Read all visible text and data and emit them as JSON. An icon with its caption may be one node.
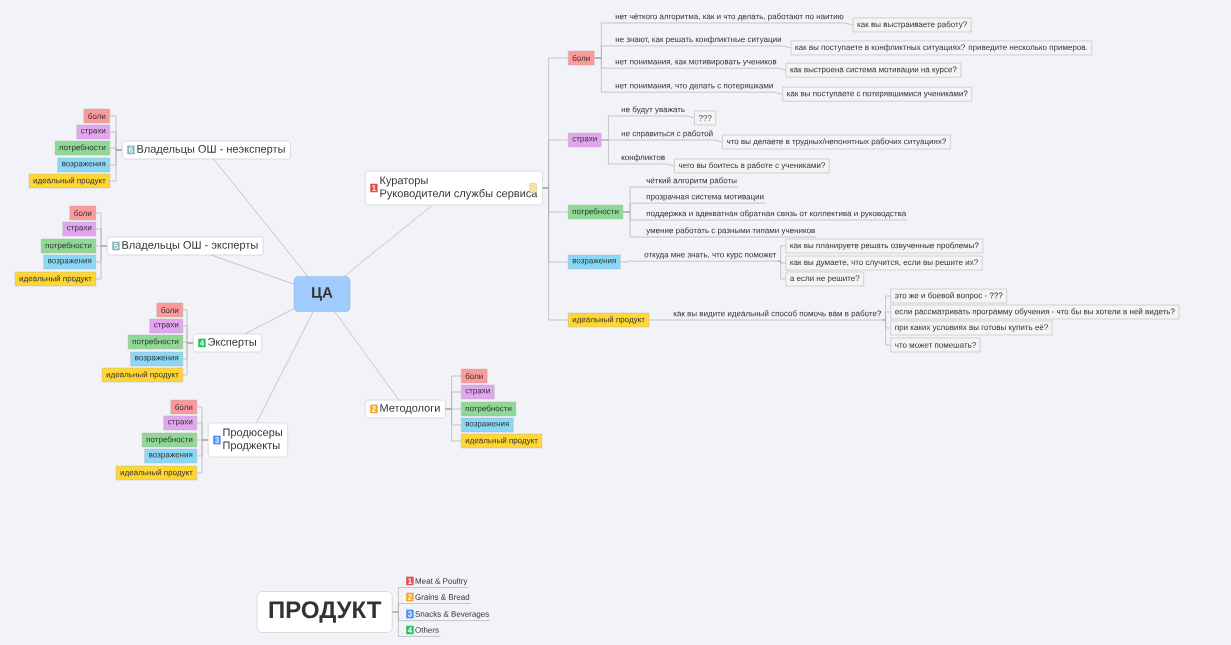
{
  "diagram": {
    "nodes": [
      {
        "text": [
          "ЦА"
        ]
      },
      {
        "text": [
          "1",
          "Кураторы",
          "Руководители службы сервиса"
        ]
      },
      {
        "text": [
          "боли"
        ]
      },
      {
        "text": [
          "нет чёткого алгоритма, как и что делать, работают по наитию"
        ]
      },
      {
        "text": [
          "как вы выстраиваете работу?"
        ]
      },
      {
        "text": [
          "не знают, как решать конфликтные ситуации"
        ]
      },
      {
        "text": [
          "как вы поступаете в конфликтных ситуациях? приведите несколько примеров."
        ]
      },
      {
        "text": [
          "нет понимания, как мотивировать учеников"
        ]
      },
      {
        "text": [
          "как выстроена система мотивации на курсе?"
        ]
      },
      {
        "text": [
          "нет понимания, что делать с потеряшками"
        ]
      },
      {
        "text": [
          "как вы поступаете с потерявшимися учениками?"
        ]
      },
      {
        "text": [
          "страхи"
        ]
      },
      {
        "text": [
          "не будут уважать"
        ]
      },
      {
        "text": [
          "???"
        ]
      },
      {
        "text": [
          "не справиться с работой"
        ]
      },
      {
        "text": [
          "что вы делаете в трудных/непонятных рабочих ситуациях?"
        ]
      },
      {
        "text": [
          "конфликтов"
        ]
      },
      {
        "text": [
          "чего вы боитесь в работе с учениками?"
        ]
      },
      {
        "text": [
          "потребности"
        ]
      },
      {
        "text": [
          "чёткий алгоритм работы"
        ]
      },
      {
        "text": [
          "прозрачная система мотивации"
        ]
      },
      {
        "text": [
          "поддержка и адекватная обратная связь от коллектива и руководства"
        ]
      },
      {
        "text": [
          "умение работать с разными типами учеников"
        ]
      },
      {
        "text": [
          "возражения"
        ]
      },
      {
        "text": [
          "откуда мне знать, что курс поможет"
        ]
      },
      {
        "text": [
          "как вы планируете решать озвученные проблемы?"
        ]
      },
      {
        "text": [
          "как вы думаете, что случится, если вы решите их?"
        ]
      },
      {
        "text": [
          "а если не решите?"
        ]
      },
      {
        "text": [
          "идеальный продукт"
        ]
      },
      {
        "text": [
          "как вы видите идеальный способ помочь вам в работе?"
        ]
      },
      {
        "text": [
          "это же и боевой вопрос - ???"
        ]
      },
      {
        "text": [
          "если рассматривать программу обучения - что бы вы хотели в ней видеть?"
        ]
      },
      {
        "text": [
          "при каких условиях вы готовы купить её?"
        ]
      },
      {
        "text": [
          "что может помешать?"
        ]
      },
      {
        "text": [
          "2",
          "Методологи"
        ]
      },
      {
        "text": [
          "боли"
        ]
      },
      {
        "text": [
          "страхи"
        ]
      },
      {
        "text": [
          "потребности"
        ]
      },
      {
        "text": [
          "возражения"
        ]
      },
      {
        "text": [
          "идеальный продукт"
        ]
      },
      {
        "text": [
          "6",
          "Владельцы ОШ - неэксперты"
        ]
      },
      {
        "text": [
          "боли"
        ]
      },
      {
        "text": [
          "страхи"
        ]
      },
      {
        "text": [
          "потребности"
        ]
      },
      {
        "text": [
          "возражения"
        ]
      },
      {
        "text": [
          "идеальный продукт"
        ]
      },
      {
        "text": [
          "5",
          "Владельцы ОШ - эксперты"
        ]
      },
      {
        "text": [
          "боли"
        ]
      },
      {
        "text": [
          "страхи"
        ]
      },
      {
        "text": [
          "потребности"
        ]
      },
      {
        "text": [
          "возражения"
        ]
      },
      {
        "text": [
          "идеальный продукт"
        ]
      },
      {
        "text": [
          "4",
          "Эксперты"
        ]
      },
      {
        "text": [
          "боли"
        ]
      },
      {
        "text": [
          "страхи"
        ]
      },
      {
        "text": [
          "потребности"
        ]
      },
      {
        "text": [
          "возражения"
        ]
      },
      {
        "text": [
          "идеальный продукт"
        ]
      },
      {
        "text": [
          "3",
          "Продюсеры",
          "Проджекты"
        ]
      },
      {
        "text": [
          "боли"
        ]
      },
      {
        "text": [
          "страхи"
        ]
      },
      {
        "text": [
          "потребности"
        ]
      },
      {
        "text": [
          "возражения"
        ]
      },
      {
        "text": [
          "идеальный продукт"
        ]
      },
      {
        "text": [
          "ПРОДУКТ"
        ]
      },
      {
        "text": [
          "1",
          "Meat & Poultry"
        ]
      },
      {
        "text": [
          "2",
          "Grains & Bread"
        ]
      },
      {
        "text": [
          "3",
          "Snacks & Beverages"
        ]
      },
      {
        "text": [
          "4",
          "Others"
        ]
      }
    ],
    "edges": [
      {
        "from": 0,
        "to": 1,
        "arrow": "none"
      },
      {
        "from": 0,
        "to": 34,
        "arrow": "none"
      },
      {
        "from": 0,
        "to": 40,
        "arrow": "none"
      },
      {
        "from": 0,
        "to": 46,
        "arrow": "none"
      },
      {
        "from": 0,
        "to": 52,
        "arrow": "none"
      },
      {
        "from": 0,
        "to": 58,
        "arrow": "none"
      },
      {
        "from": 1,
        "to": 2,
        "arrow": "none"
      },
      {
        "from": 1,
        "to": 11,
        "arrow": "none"
      },
      {
        "from": 1,
        "to": 18,
        "arrow": "none"
      },
      {
        "from": 1,
        "to": 23,
        "arrow": "none"
      },
      {
        "from": 1,
        "to": 28,
        "arrow": "none"
      },
      {
        "from": 2,
        "to": 3,
        "arrow": "none"
      },
      {
        "from": 2,
        "to": 5,
        "arrow": "none"
      },
      {
        "from": 2,
        "to": 7,
        "arrow": "none"
      },
      {
        "from": 2,
        "to": 9,
        "arrow": "none"
      },
      {
        "from": 3,
        "to": 4,
        "arrow": "none"
      },
      {
        "from": 5,
        "to": 6,
        "arrow": "none"
      },
      {
        "from": 7,
        "to": 8,
        "arrow": "none"
      },
      {
        "from": 9,
        "to": 10,
        "arrow": "none"
      },
      {
        "from": 11,
        "to": 12,
        "arrow": "none"
      },
      {
        "from": 11,
        "to": 14,
        "arrow": "none"
      },
      {
        "from": 11,
        "to": 16,
        "arrow": "none"
      },
      {
        "from": 12,
        "to": 13,
        "arrow": "none"
      },
      {
        "from": 14,
        "to": 15,
        "arrow": "none"
      },
      {
        "from": 16,
        "to": 17,
        "arrow": "none"
      },
      {
        "from": 18,
        "to": 19,
        "arrow": "none"
      },
      {
        "from": 18,
        "to": 20,
        "arrow": "none"
      },
      {
        "from": 18,
        "to": 21,
        "arrow": "none"
      },
      {
        "from": 18,
        "to": 22,
        "arrow": "none"
      },
      {
        "from": 23,
        "to": 24,
        "arrow": "none"
      },
      {
        "from": 24,
        "to": 25,
        "arrow": "none"
      },
      {
        "from": 24,
        "to": 26,
        "arrow": "none"
      },
      {
        "from": 24,
        "to": 27,
        "arrow": "none"
      },
      {
        "from": 28,
        "to": 29,
        "arrow": "none"
      },
      {
        "from": 29,
        "to": 30,
        "arrow": "none"
      },
      {
        "from": 29,
        "to": 31,
        "arrow": "none"
      },
      {
        "from": 29,
        "to": 32,
        "arrow": "none"
      },
      {
        "from": 29,
        "to": 33,
        "arrow": "none"
      },
      {
        "from": 34,
        "to": 35,
        "arrow": "none"
      },
      {
        "from": 34,
        "to": 36,
        "arrow": "none"
      },
      {
        "from": 34,
        "to": 37,
        "arrow": "none"
      },
      {
        "from": 34,
        "to": 38,
        "arrow": "none"
      },
      {
        "from": 34,
        "to": 39,
        "arrow": "none"
      },
      {
        "from": 40,
        "to": 41,
        "arrow": "none"
      },
      {
        "from": 40,
        "to": 42,
        "arrow": "none"
      },
      {
        "from": 40,
        "to": 43,
        "arrow": "none"
      },
      {
        "from": 40,
        "to": 44,
        "arrow": "none"
      },
      {
        "from": 40,
        "to": 45,
        "arrow": "none"
      },
      {
        "from": 46,
        "to": 47,
        "arrow": "none"
      },
      {
        "from": 46,
        "to": 48,
        "arrow": "none"
      },
      {
        "from": 46,
        "to": 49,
        "arrow": "none"
      },
      {
        "from": 46,
        "to": 50,
        "arrow": "none"
      },
      {
        "from": 46,
        "to": 51,
        "arrow": "none"
      },
      {
        "from": 52,
        "to": 53,
        "arrow": "none"
      },
      {
        "from": 52,
        "to": 54,
        "arrow": "none"
      },
      {
        "from": 52,
        "to": 55,
        "arrow": "none"
      },
      {
        "from": 52,
        "to": 56,
        "arrow": "none"
      },
      {
        "from": 52,
        "to": 57,
        "arrow": "none"
      },
      {
        "from": 58,
        "to": 59,
        "arrow": "none"
      },
      {
        "from": 58,
        "to": 60,
        "arrow": "none"
      },
      {
        "from": 58,
        "to": 61,
        "arrow": "none"
      },
      {
        "from": 58,
        "to": 62,
        "arrow": "none"
      },
      {
        "from": 58,
        "to": 63,
        "arrow": "none"
      },
      {
        "from": 64,
        "to": 65,
        "arrow": "none"
      },
      {
        "from": 64,
        "to": 66,
        "arrow": "none"
      },
      {
        "from": 64,
        "to": 67,
        "arrow": "none"
      },
      {
        "from": 64,
        "to": 68,
        "arrow": "none"
      }
    ]
  }
}
